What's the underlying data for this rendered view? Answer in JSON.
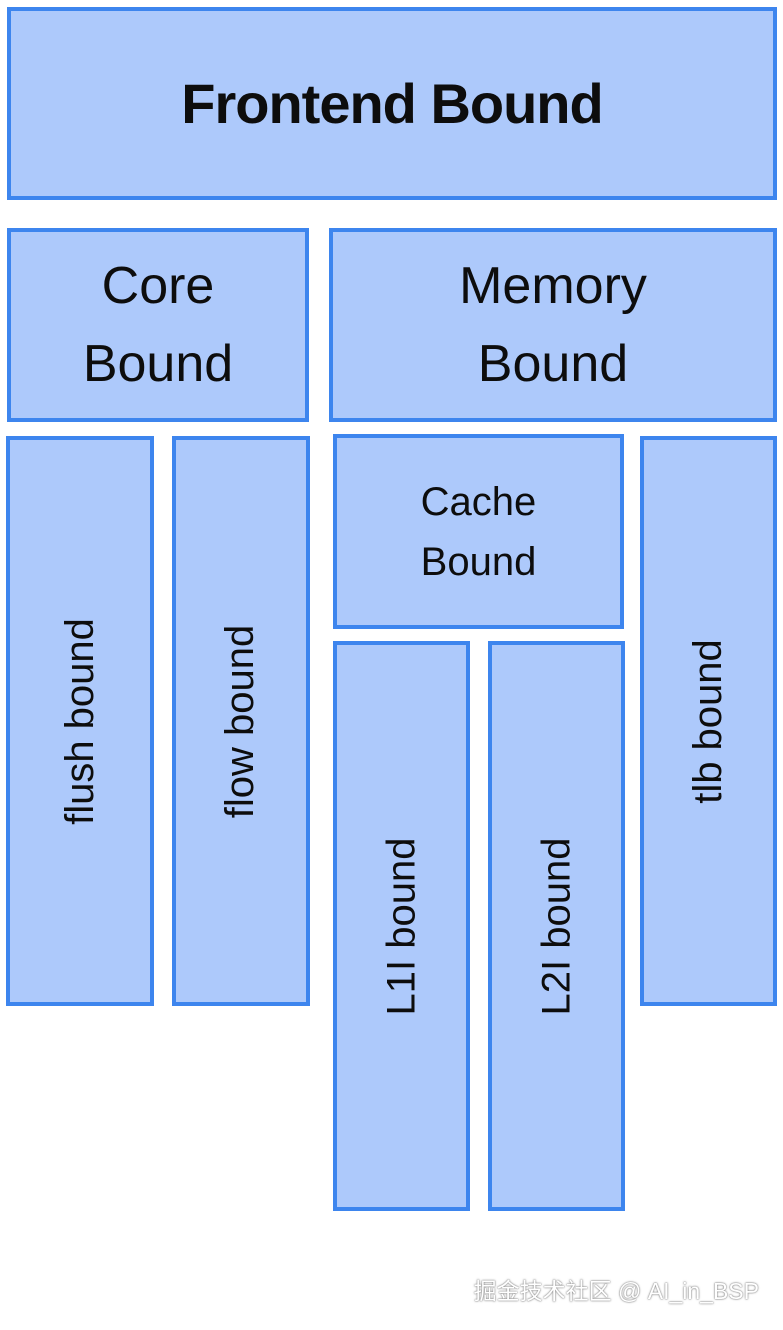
{
  "boxes": {
    "frontend": "Frontend Bound",
    "core": "Core\nBound",
    "memory": "Memory\nBound",
    "cache": "Cache\nBound",
    "flush": "flush bound",
    "flow": "flow bound",
    "l1i": "L1I bound",
    "l2i": "L2I bound",
    "tlb": "tlb bound"
  },
  "watermark": "掘金技术社区 @ AI_in_BSP",
  "colors": {
    "box_fill": "#adc9fb",
    "box_border": "#3d85ee",
    "text": "#0d0d0d"
  }
}
